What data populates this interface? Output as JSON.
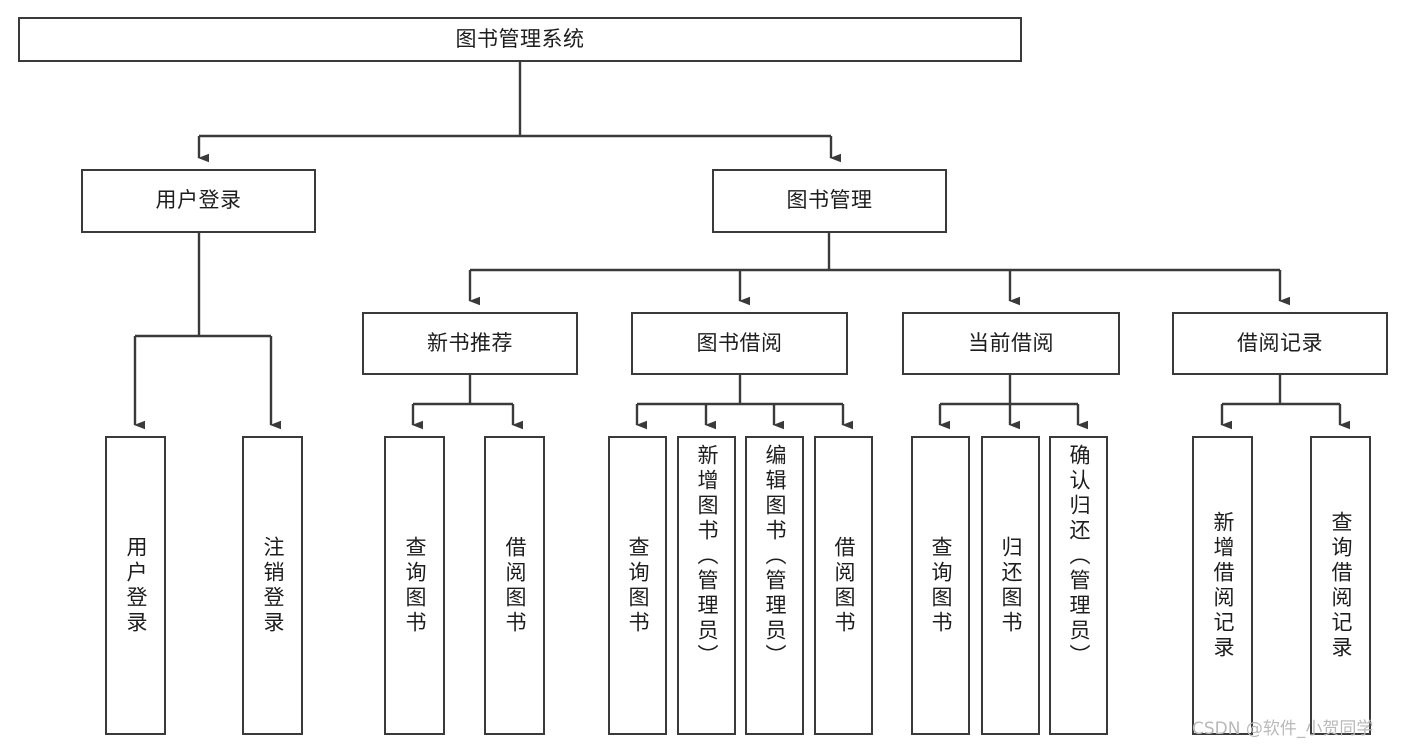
{
  "diagram": {
    "title": "图书管理系统",
    "type": "tree-hierarchy-chart",
    "watermark": "CSDN @软件_小贺同学",
    "colors": {
      "stroke": "#3a3a3a",
      "fill": "#ffffff",
      "text": "#1d1d1d",
      "watermark": "#b9b9b9"
    },
    "root": {
      "label": "图书管理系统"
    },
    "level2": [
      {
        "label": "用户登录"
      },
      {
        "label": "图书管理"
      }
    ],
    "level3": [
      {
        "label": "新书推荐"
      },
      {
        "label": "图书借阅"
      },
      {
        "label": "当前借阅"
      },
      {
        "label": "借阅记录"
      }
    ],
    "leaves": {
      "user_login": [
        {
          "label": "用户登录"
        },
        {
          "label": "注销登录"
        }
      ],
      "new_book_recommend": [
        {
          "label": "查询图书"
        },
        {
          "label": "借阅图书"
        }
      ],
      "book_borrow": [
        {
          "label": "查询图书"
        },
        {
          "label": "新增图书（管理员）"
        },
        {
          "label": "编辑图书（管理员）"
        },
        {
          "label": "借阅图书"
        }
      ],
      "current_borrow": [
        {
          "label": "查询图书"
        },
        {
          "label": "归还图书"
        },
        {
          "label": "确认归还（管理员）"
        }
      ],
      "borrow_record": [
        {
          "label": "新增借阅记录"
        },
        {
          "label": "查询借阅记录"
        }
      ]
    }
  }
}
